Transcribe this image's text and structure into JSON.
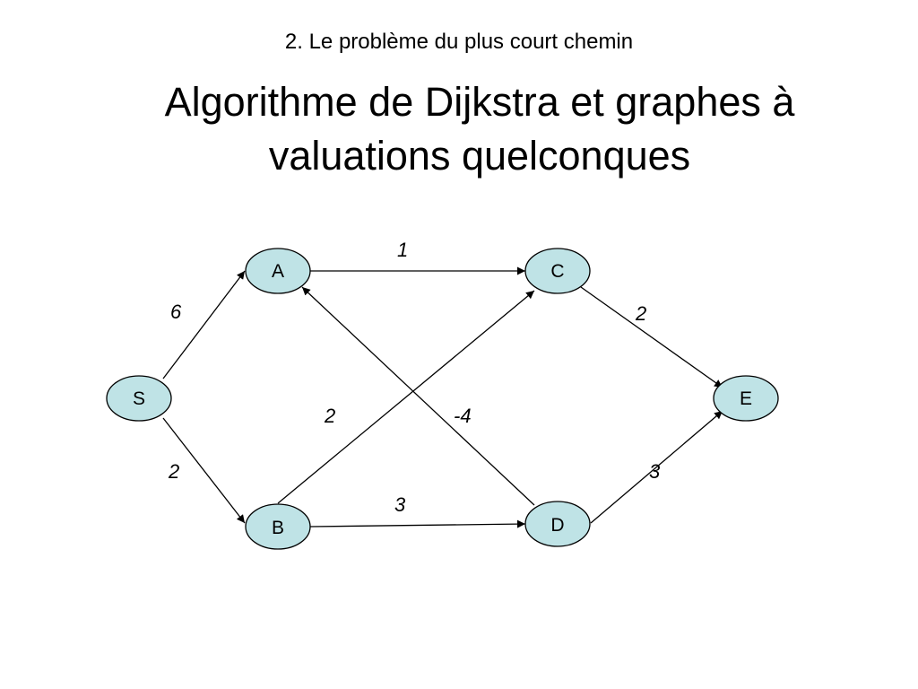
{
  "slide": {
    "subtitle": "2. Le problème du plus court chemin",
    "title_line1": "Algorithme de Dijkstra et graphes à",
    "title_line2": "valuations quelconques"
  },
  "graph": {
    "node_fill": "#bfe3e6",
    "node_stroke": "#000000",
    "nodes": {
      "S": {
        "label": "S"
      },
      "A": {
        "label": "A"
      },
      "B": {
        "label": "B"
      },
      "C": {
        "label": "C"
      },
      "D": {
        "label": "D"
      },
      "E": {
        "label": "E"
      }
    },
    "edges": {
      "S_A": {
        "from": "S",
        "to": "A",
        "weight": "6"
      },
      "S_B": {
        "from": "S",
        "to": "B",
        "weight": "2"
      },
      "A_C": {
        "from": "A",
        "to": "C",
        "weight": "1"
      },
      "B_C": {
        "from": "B",
        "to": "C",
        "weight": "2"
      },
      "B_D": {
        "from": "B",
        "to": "D",
        "weight": "3"
      },
      "D_A": {
        "from": "D",
        "to": "A",
        "weight": "-4"
      },
      "C_E": {
        "from": "C",
        "to": "E",
        "weight": "2"
      },
      "D_E": {
        "from": "D",
        "to": "E",
        "weight": "3"
      }
    }
  }
}
